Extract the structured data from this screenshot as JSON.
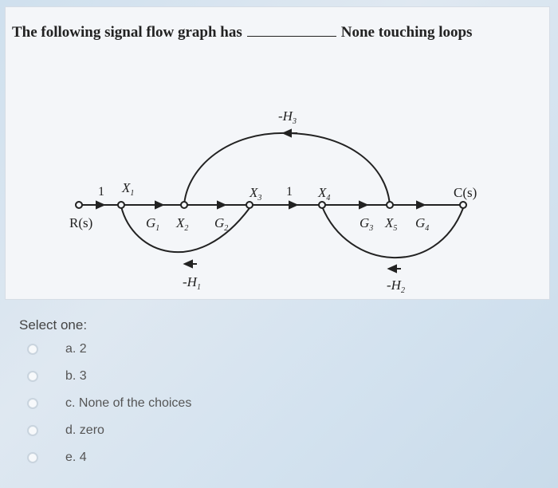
{
  "question": {
    "text_before": "The following signal flow graph has",
    "text_after": "None touching loops"
  },
  "diagram": {
    "labels": {
      "input": "R(s)",
      "output": "C(s)",
      "one_a": "1",
      "one_b": "1",
      "x1": "X",
      "x1_sub": "1",
      "x2": "X",
      "x2_sub": "2",
      "x3": "X",
      "x3_sub": "3",
      "x4": "X",
      "x4_sub": "4",
      "x5": "X",
      "x5_sub": "5",
      "g1": "G",
      "g1_sub": "1",
      "g2": "G",
      "g2_sub": "2",
      "g3": "G",
      "g3_sub": "3",
      "g4": "G",
      "g4_sub": "4",
      "h1": "-H",
      "h1_sub": "1",
      "h2": "-H",
      "h2_sub": "2",
      "h3": "-H",
      "h3_sub": "3"
    }
  },
  "answers": {
    "prompt": "Select one:",
    "options": [
      {
        "label": "a. 2"
      },
      {
        "label": "b. 3"
      },
      {
        "label": "c. None of the choices"
      },
      {
        "label": "d. zero"
      },
      {
        "label": "e. 4"
      }
    ]
  }
}
